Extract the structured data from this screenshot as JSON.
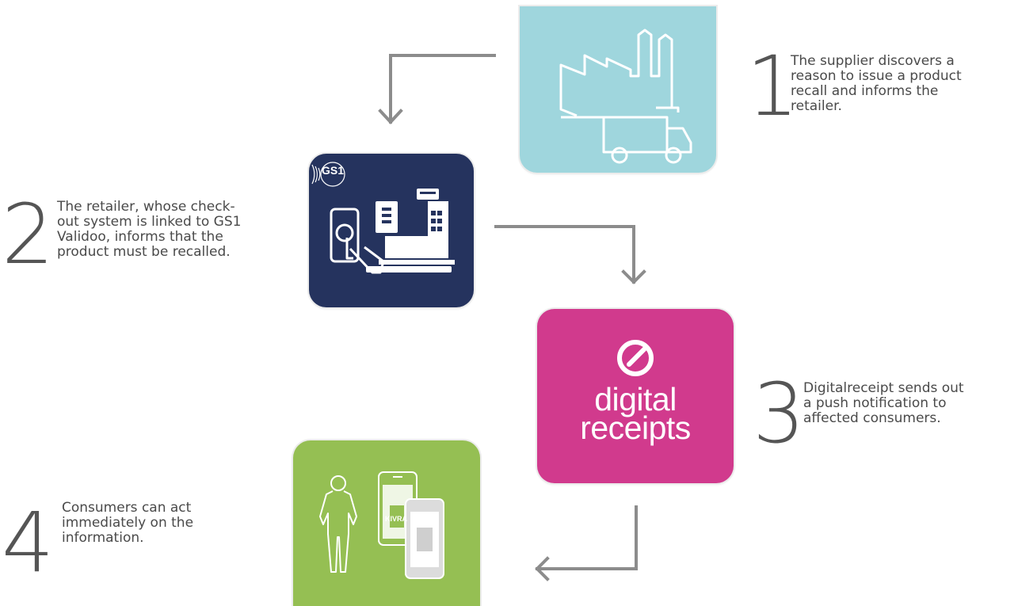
{
  "steps": [
    {
      "number": "1",
      "text": "The supplier discovers a\nreason to issue a product\nrecall and informs the\nretailer."
    },
    {
      "number": "2",
      "text": "The retailer, whose check-\nout system is linked to GS1\nValidoo, informs that the\nproduct must be recalled."
    },
    {
      "number": "3",
      "text": "Digitalreceipt sends out\na push notification to\naffected consumers."
    },
    {
      "number": "4",
      "text": "Consumers can act\nimmediately on the\ninformation."
    }
  ],
  "logos": {
    "gs1": "GS1",
    "digital_receipts_line1": "digital",
    "digital_receipts_line2": "receipts",
    "app_brand": "KIVRA"
  },
  "colors": {
    "supplier_tile": "#9fd6dd",
    "retailer_tile": "#25335e",
    "receipts_tile": "#d13a8d",
    "consumer_tile": "#95bf53",
    "arrow": "#8c8c8c"
  }
}
